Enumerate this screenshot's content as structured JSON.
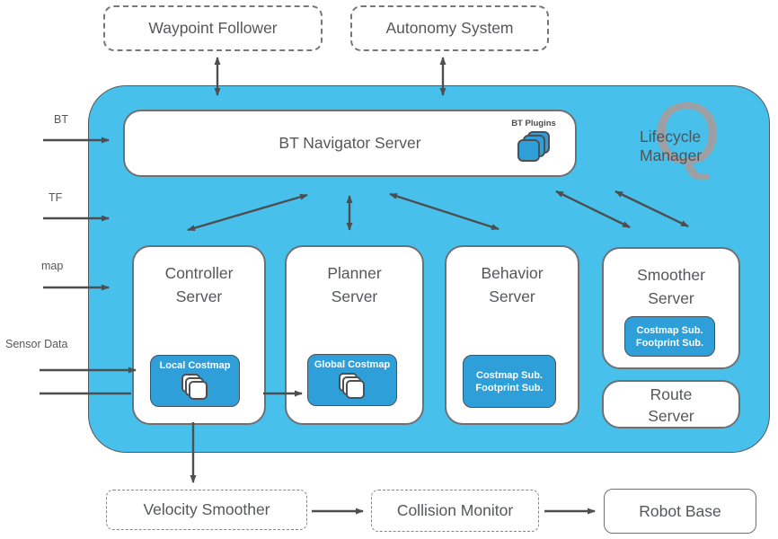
{
  "external": {
    "waypoint_follower": "Waypoint Follower",
    "autonomy_system": "Autonomy System"
  },
  "bt_navigator": {
    "title": "BT Navigator Server",
    "plugins_label": "BT Plugins",
    "plugins_icon": "layers-stack-icon"
  },
  "lifecycle": {
    "line1": "Lifecycle",
    "line2": "Manager",
    "icon": "cycle-q-icon",
    "glyph": "Q"
  },
  "inputs": {
    "bt": "BT",
    "tf": "TF",
    "map": "map",
    "sensor": "Sensor Data"
  },
  "servers": {
    "controller": {
      "line1": "Controller",
      "line2": "Server",
      "badge": "Local Costmap",
      "badge_icon": "layers-stack-icon"
    },
    "planner": {
      "line1": "Planner",
      "line2": "Server",
      "badge": "Global Costmap",
      "badge_icon": "layers-stack-icon"
    },
    "behavior": {
      "line1": "Behavior",
      "line2": "Server",
      "badge_line1": "Costmap Sub.",
      "badge_line2": "Footprint Sub."
    },
    "smoother": {
      "line1": "Smoother",
      "line2": "Server",
      "badge_line1": "Costmap Sub.",
      "badge_line2": "Footprint Sub."
    },
    "route": {
      "line1": "Route",
      "line2": "Server"
    }
  },
  "bottom": {
    "velocity_smoother": "Velocity Smoother",
    "collision_monitor": "Collision Monitor",
    "robot_base": "Robot Base"
  },
  "colors": {
    "container_blue": "#47C1EC",
    "badge_blue": "#2F9FD9",
    "box_border_gray": "#6F7073",
    "text_gray": "#55575A",
    "arrow_gray": "#4D4E50",
    "lifecycle_glyph_gray": "#9CA0A5"
  }
}
